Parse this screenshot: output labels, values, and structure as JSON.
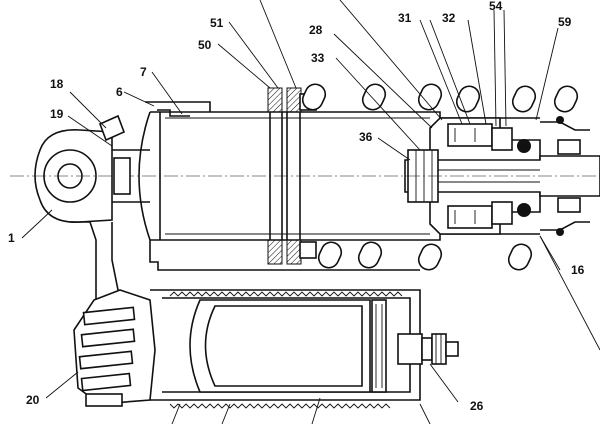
{
  "diagram": {
    "callouts": [
      {
        "id": "c51",
        "label": "51"
      },
      {
        "id": "c50",
        "label": "50"
      },
      {
        "id": "c28",
        "label": "28"
      },
      {
        "id": "c33",
        "label": "33"
      },
      {
        "id": "c31",
        "label": "31"
      },
      {
        "id": "c32",
        "label": "32"
      },
      {
        "id": "c54",
        "label": "54"
      },
      {
        "id": "c59",
        "label": "59"
      },
      {
        "id": "c18",
        "label": "18"
      },
      {
        "id": "c19",
        "label": "19"
      },
      {
        "id": "c6",
        "label": "6"
      },
      {
        "id": "c7",
        "label": "7"
      },
      {
        "id": "c36",
        "label": "36"
      },
      {
        "id": "c1",
        "label": "1"
      },
      {
        "id": "c16",
        "label": "16"
      },
      {
        "id": "c20",
        "label": "20"
      },
      {
        "id": "c26",
        "label": "26"
      }
    ],
    "line_color": "#111111",
    "background": "#ffffff"
  }
}
